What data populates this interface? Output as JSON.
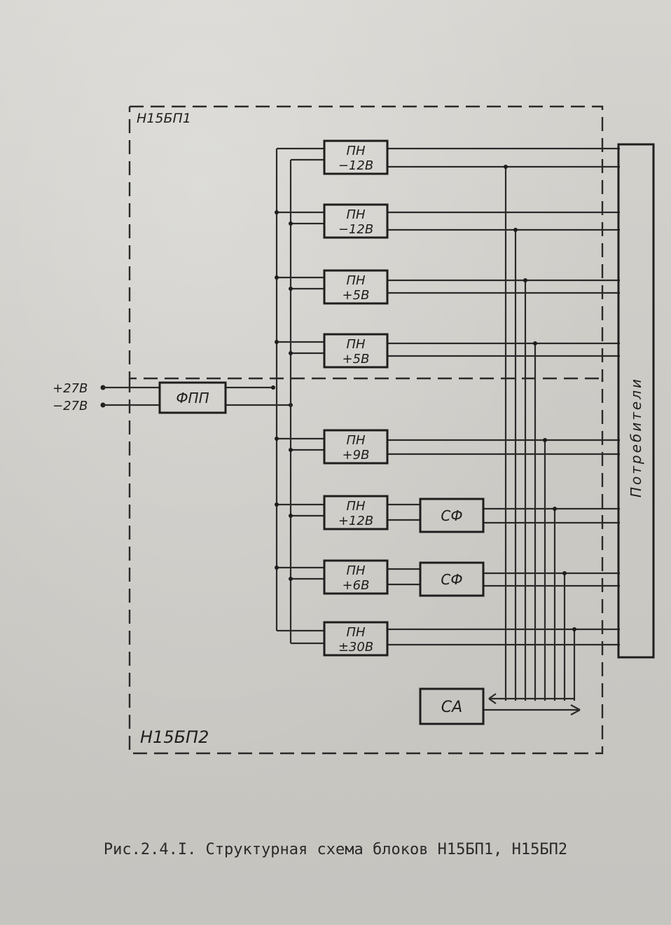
{
  "blocks": {
    "unit1_label": "Н15БП1",
    "unit2_label": "Н15БП2",
    "input_pos": "+27В",
    "input_neg": "−27В",
    "filter": "ФПП",
    "pn1_a": "ПН",
    "pn1_b": "−12В",
    "pn2_a": "ПН",
    "pn2_b": "−12В",
    "pn3_a": "ПН",
    "pn3_b": "+5В",
    "pn4_a": "ПН",
    "pn4_b": "+5В",
    "pn5_a": "ПН",
    "pn5_b": "+9В",
    "pn6_a": "ПН",
    "pn6_b": "+12В",
    "pn7_a": "ПН",
    "pn7_b": "+6В",
    "pn8_a": "ПН",
    "pn8_b": "±30В",
    "sf1": "СФ",
    "sf2": "СФ",
    "sa": "СА",
    "consumers": "Потребители"
  },
  "caption": "Рис.2.4.I. Структурная схема блоков Н15БП1, Н15БП2"
}
